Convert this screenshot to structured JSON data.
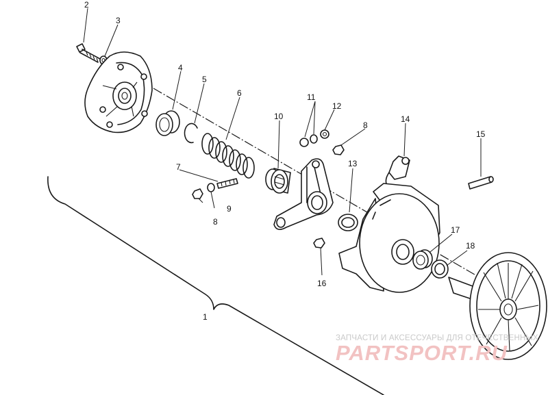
{
  "callouts": {
    "c1": "1",
    "c2": "2",
    "c3": "3",
    "c4": "4",
    "c5": "5",
    "c6": "6",
    "c7": "7",
    "c8a": "8",
    "c8b": "8",
    "c9": "9",
    "c10": "10",
    "c11": "11",
    "c12": "12",
    "c13": "13",
    "c14": "14",
    "c15": "15",
    "c16": "16",
    "c17": "17",
    "c18": "18"
  },
  "watermark": {
    "tagline": "ЗАПЧАСТИ И АКСЕССУАРЫ ДЛЯ ОТЕЧЕСТВЕННЫХ",
    "brand": "PARTSPORT.RU",
    "brand_color": "#f2c2c2"
  }
}
